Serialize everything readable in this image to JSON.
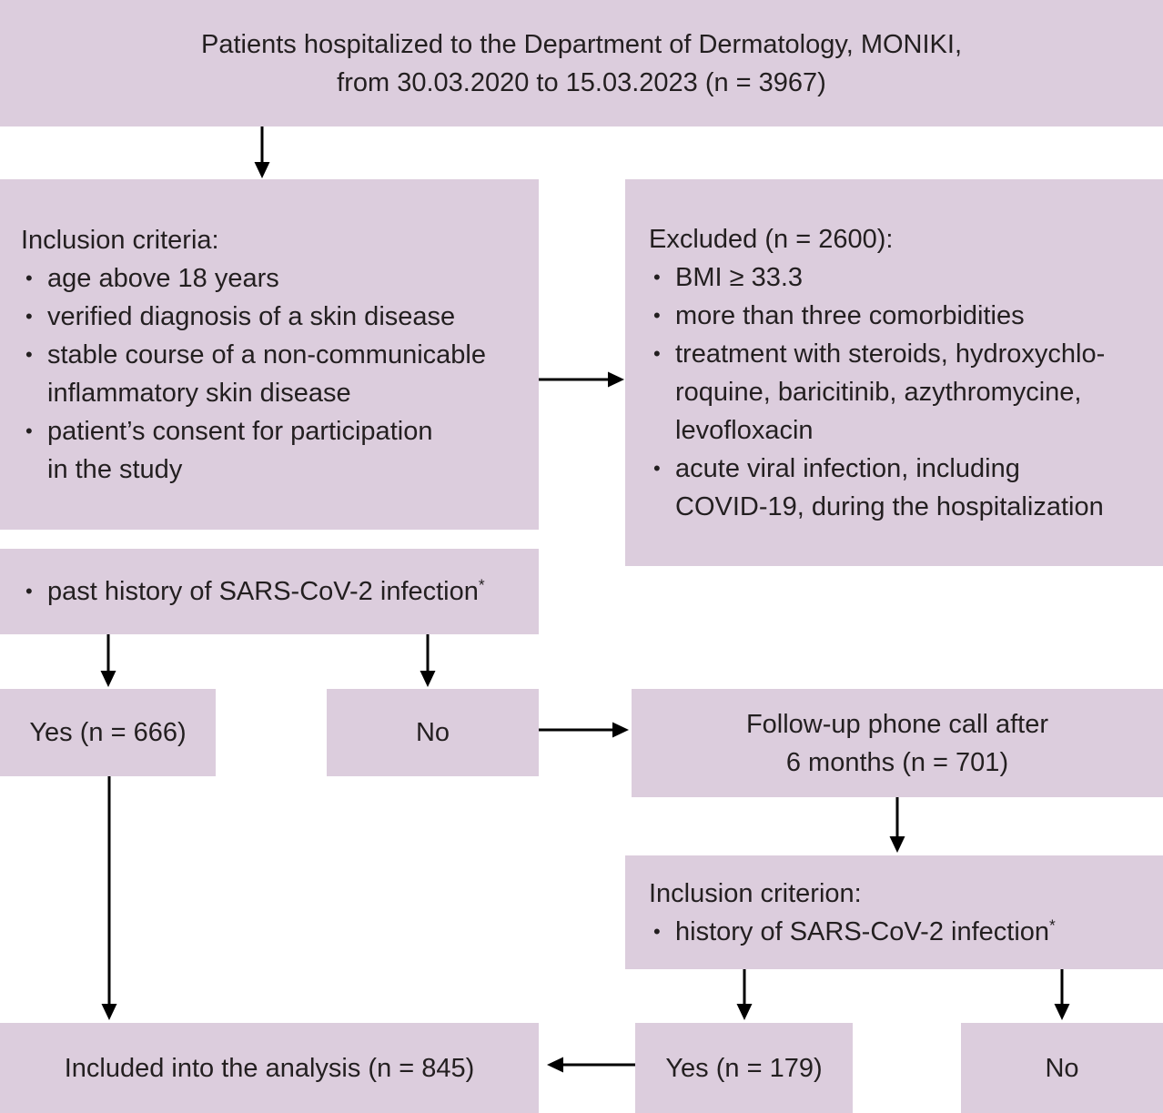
{
  "colors": {
    "box_fill": "#dccddd",
    "text": "#231f20",
    "arrow": "#000000"
  },
  "banner": {
    "line1": "Patients hospitalized to the Department of Dermatology, MONIKI,",
    "line2": "from 30.03.2020 to 15.03.2023 (n = 3967)"
  },
  "inclusion_box": {
    "title": "Inclusion criteria:",
    "lines": [
      {
        "b": "•",
        "t": "age above 18 years"
      },
      {
        "b": "•",
        "t": "verified diagnosis of a skin disease"
      },
      {
        "b": "•",
        "t": "stable course of a non-communicable"
      },
      {
        "b": "",
        "t": "inflammatory skin disease"
      },
      {
        "b": "•",
        "t": "patient’s consent for participation"
      },
      {
        "b": "",
        "t": "in the study"
      }
    ]
  },
  "excluded_box": {
    "title": "Excluded (n = 2600):",
    "lines": [
      {
        "b": "•",
        "t": "BMI ≥ 33.3"
      },
      {
        "b": "•",
        "t": "more than three comorbidities"
      },
      {
        "b": "•",
        "t": "treatment with steroids, hydroxychlo-"
      },
      {
        "b": "",
        "t": "roquine, baricitinib, azythromycine,"
      },
      {
        "b": "",
        "t": "levofloxacin"
      },
      {
        "b": "•",
        "t": "acute viral infection, including"
      },
      {
        "b": "",
        "t": "COVID-19, during the hospitalization"
      }
    ]
  },
  "past_history_box": {
    "b": "•",
    "t": "past history of SARS-CoV-2 infection",
    "sup": "*"
  },
  "yes_top_box": {
    "label": "Yes (n = 666)"
  },
  "no_top_box": {
    "label": "No"
  },
  "followup_box": {
    "line1": "Follow-up phone call after",
    "line2": "6 months (n = 701)"
  },
  "criterion_box": {
    "title": "Inclusion criterion:",
    "b": "•",
    "t": "history of SARS-CoV-2 infection",
    "sup": "*"
  },
  "included_box": {
    "label": "Included into the analysis (n = 845)"
  },
  "yes_bottom_box": {
    "label": "Yes (n = 179)"
  },
  "no_bottom_box": {
    "label": "No"
  }
}
